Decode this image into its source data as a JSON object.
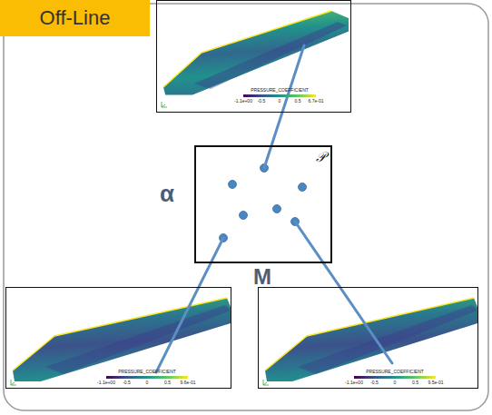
{
  "diagram": {
    "nodes": [
      {
        "text": [
          "Off-Line"
        ]
      },
      {
        "text": [
          "PRESSURE_COEFFICIENT",
          "-1.1e+00",
          "-0.5",
          "0",
          "0.5",
          "6.7e-01"
        ]
      },
      {
        "text": [
          "𝒫"
        ]
      },
      {
        "text": [
          "PRESSURE_COEFFICIENT",
          "-1.1e+00",
          "-0.5",
          "0",
          "0.5",
          "9.6e-01"
        ]
      },
      {
        "text": [
          "PRESSURE_COEFFICIENT",
          "-1.1e+00",
          "-0.5",
          "0",
          "0.5",
          "9.5e-01"
        ]
      }
    ],
    "edges": [
      {
        "from": 2,
        "to": 1,
        "arrow": "none"
      },
      {
        "from": 2,
        "to": 3,
        "arrow": "none"
      },
      {
        "from": 2,
        "to": 4,
        "arrow": "none"
      }
    ],
    "labels": [
      "α",
      "M"
    ]
  }
}
